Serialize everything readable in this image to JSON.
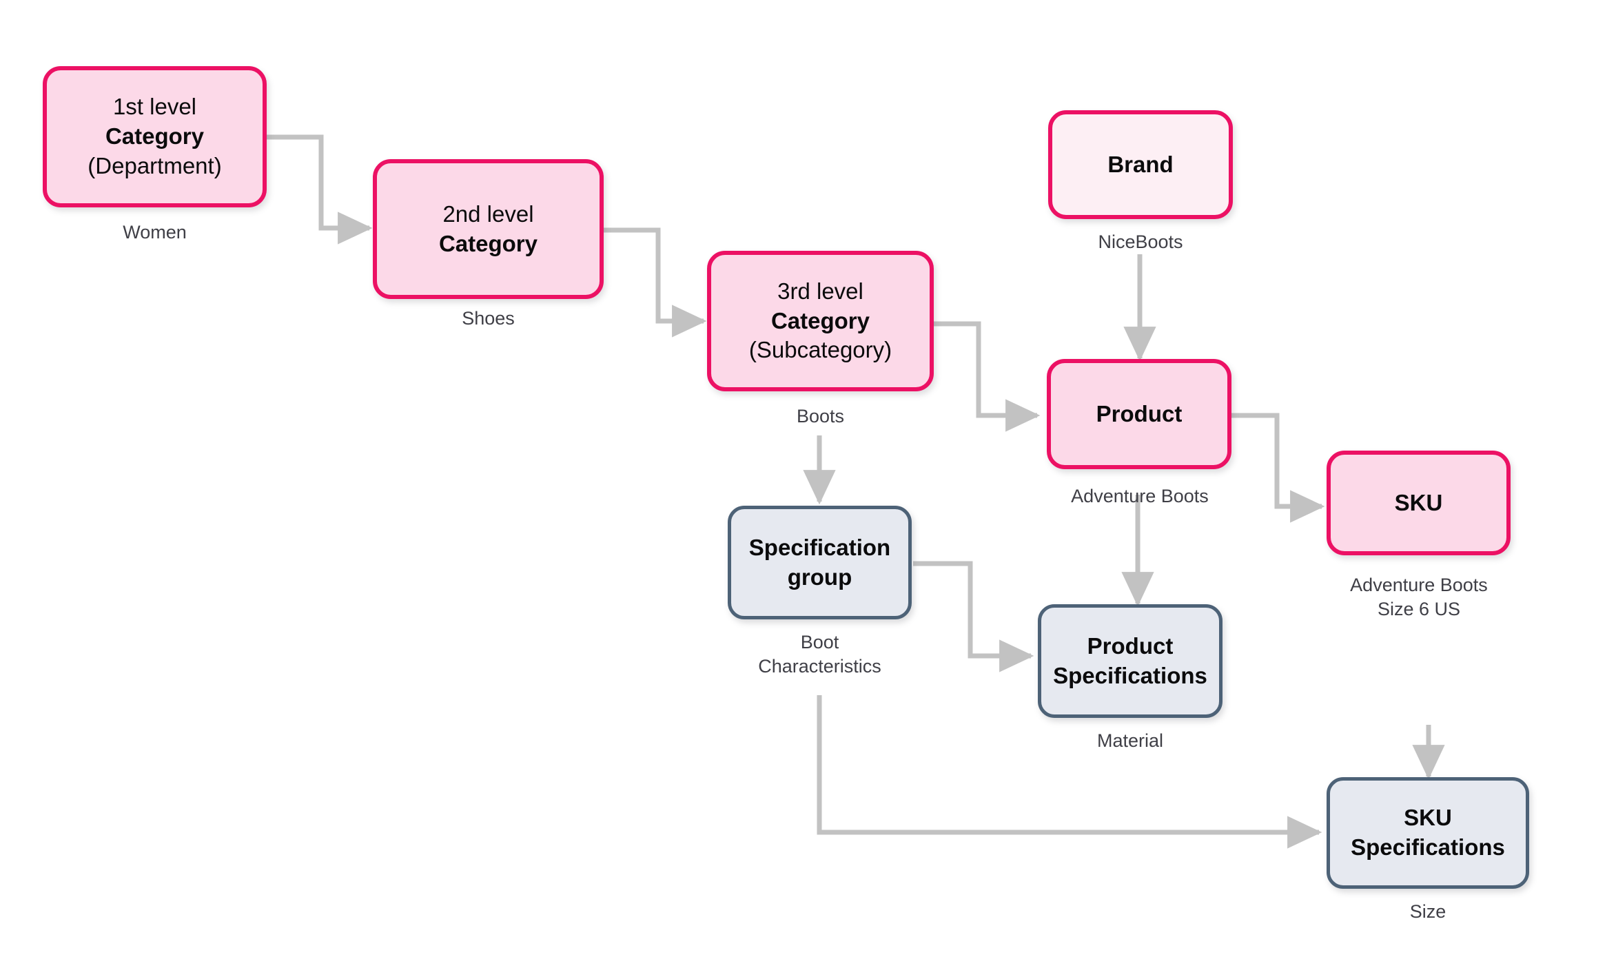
{
  "diagram": {
    "title": "Product catalog hierarchy data model",
    "background": "#ffffff",
    "colors": {
      "pink_fill": "#fcd9e8",
      "pink_pale_fill": "#fdeff4",
      "pink_border": "#ec1164",
      "slate_fill": "#e6e9f0",
      "slate_border": "#4d6277",
      "connector": "#c2c2c2",
      "label_text": "#3f3f46",
      "node_text": "#0b0b0c"
    }
  },
  "nodes": {
    "category1": {
      "line1": "1st level",
      "line2": "Category",
      "line3": "(Department)",
      "caption": "Women"
    },
    "category2": {
      "line1": "2nd level",
      "line2": "Category",
      "caption": "Shoes"
    },
    "category3": {
      "line1": "3rd level",
      "line2": "Category",
      "line3": "(Subcategory)",
      "caption": "Boots"
    },
    "brand": {
      "line1": "Brand",
      "caption": "NiceBoots"
    },
    "product": {
      "line1": "Product",
      "caption": "Adventure Boots"
    },
    "sku": {
      "line1": "SKU",
      "caption": "Adventure Boots\nSize 6 US"
    },
    "spec_group": {
      "line1": "Specification",
      "line2": "group",
      "caption": "Boot\nCharacteristics"
    },
    "product_specs": {
      "line1": "Product",
      "line2": "Specifications",
      "caption": "Material"
    },
    "sku_specs": {
      "line1": "SKU",
      "line2": "Specifications",
      "caption": "Size"
    }
  },
  "edges": [
    {
      "name": "category1-to-category2",
      "from": "category1",
      "to": "category2",
      "style": "elbow-right-down-right"
    },
    {
      "name": "category2-to-category3",
      "from": "category2",
      "to": "category3",
      "style": "elbow-right-down-right"
    },
    {
      "name": "category3-to-product",
      "from": "category3",
      "to": "product",
      "style": "elbow-right-down-right"
    },
    {
      "name": "category3-to-spec-group",
      "from": "category3",
      "to": "spec_group",
      "style": "straight-down"
    },
    {
      "name": "brand-to-product",
      "from": "brand",
      "to": "product",
      "style": "straight-down"
    },
    {
      "name": "product-to-sku",
      "from": "product",
      "to": "sku",
      "style": "elbow-right-down-right"
    },
    {
      "name": "product-to-product-specs",
      "from": "product",
      "to": "product_specs",
      "style": "straight-down"
    },
    {
      "name": "spec-group-to-product-specs",
      "from": "spec_group",
      "to": "product_specs",
      "style": "elbow-right-down-right"
    },
    {
      "name": "spec-group-to-sku-specs",
      "from": "spec_group",
      "to": "sku_specs",
      "style": "elbow-down-right"
    },
    {
      "name": "sku-to-sku-specs",
      "from": "sku",
      "to": "sku_specs",
      "style": "straight-down"
    }
  ]
}
